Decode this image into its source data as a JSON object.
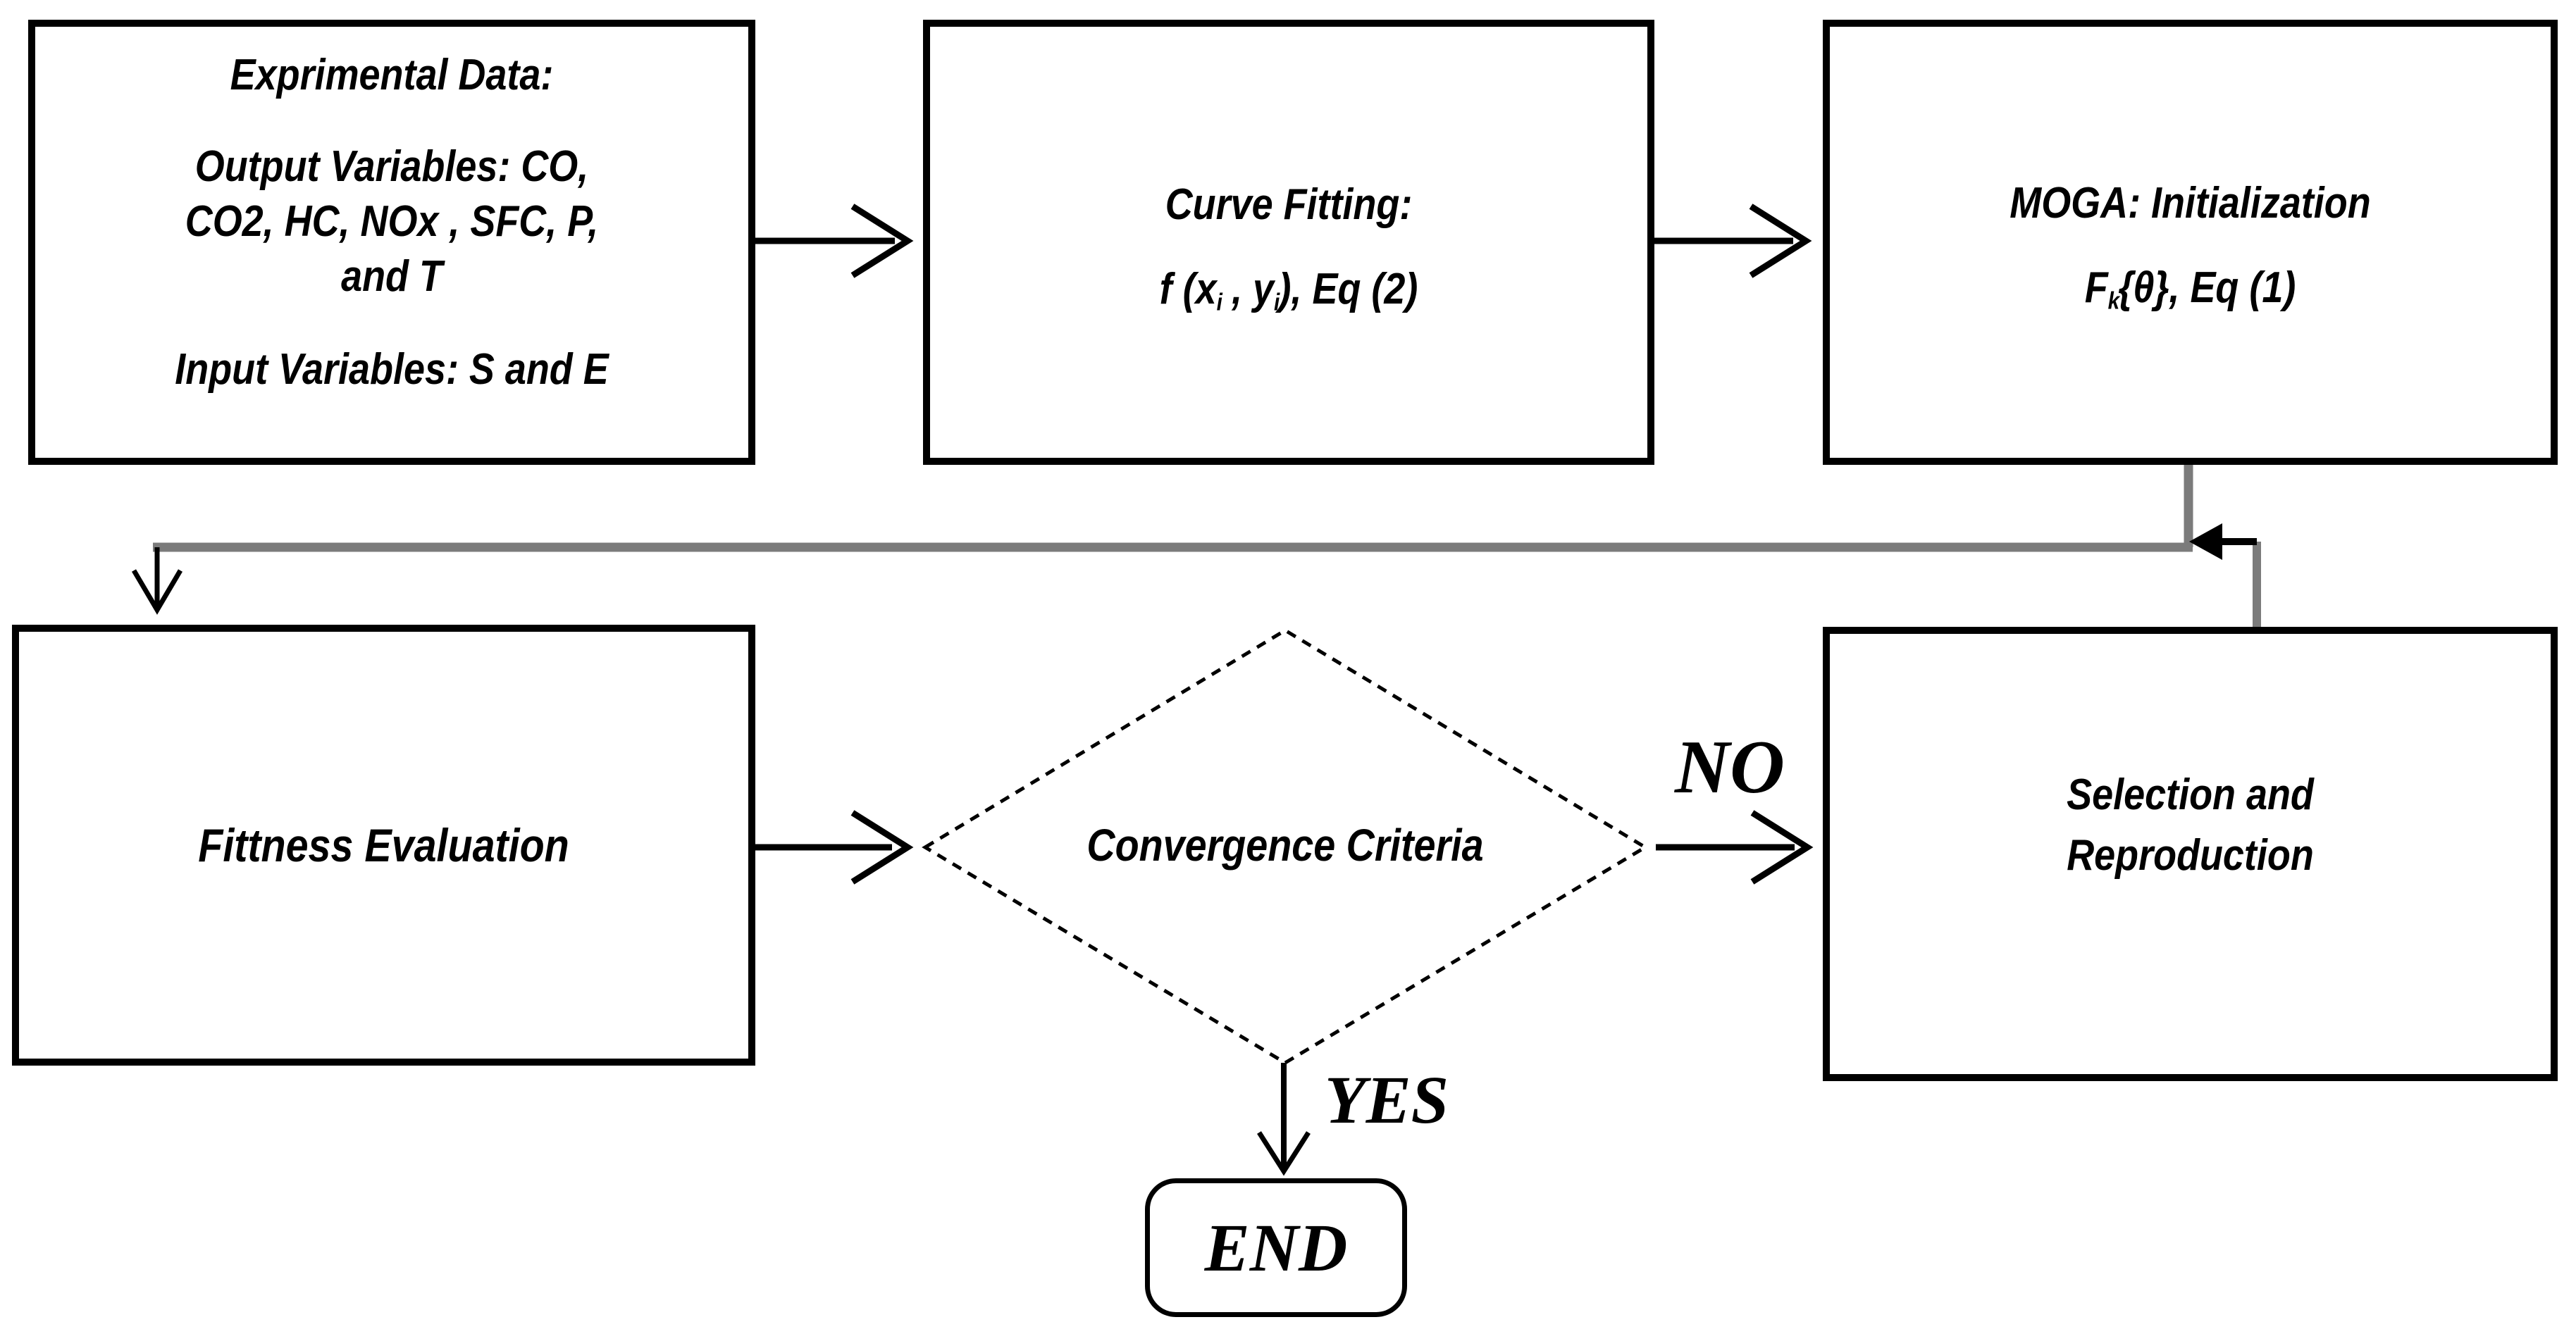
{
  "diagram": {
    "nodes": {
      "experimental": {
        "title": "Exprimental Data:",
        "output_l1": "Output Variables: CO,",
        "output_l2": "CO2, HC, NOx , SFC, P,",
        "output_l3": "and T",
        "input_line": "Input Variables: S and E"
      },
      "curve": {
        "title": "Curve Fitting:",
        "f_p1": "f (x",
        "f_s1": "i",
        "f_p2": " , y",
        "f_s2": "i",
        "f_p3": "), Eq (2)"
      },
      "moga": {
        "title": "MOGA: Initialization",
        "f_p1": "F",
        "f_s1": "k",
        "f_p2": "{θ}, Eq (1)"
      },
      "fitness": {
        "title": "Fittness Evaluation"
      },
      "convergence": {
        "title": "Convergence Criteria"
      },
      "selection": {
        "l1": "Selection and",
        "l2": "Reproduction"
      },
      "end_node": {
        "title": "END"
      }
    },
    "labels": {
      "no": "NO",
      "yes": "YES"
    },
    "colors": {
      "ink": "#000000",
      "loop_gray": "#7b7b7b",
      "background": "#ffffff"
    }
  }
}
